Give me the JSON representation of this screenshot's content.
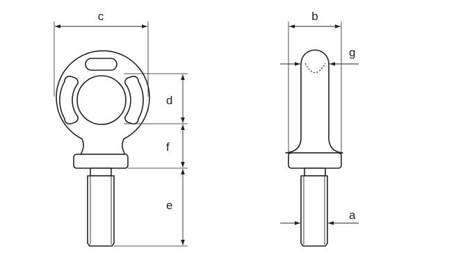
{
  "dimensions": {
    "a": "a",
    "b": "b",
    "c": "c",
    "d": "d",
    "e": "e",
    "f": "f",
    "g": "g"
  }
}
